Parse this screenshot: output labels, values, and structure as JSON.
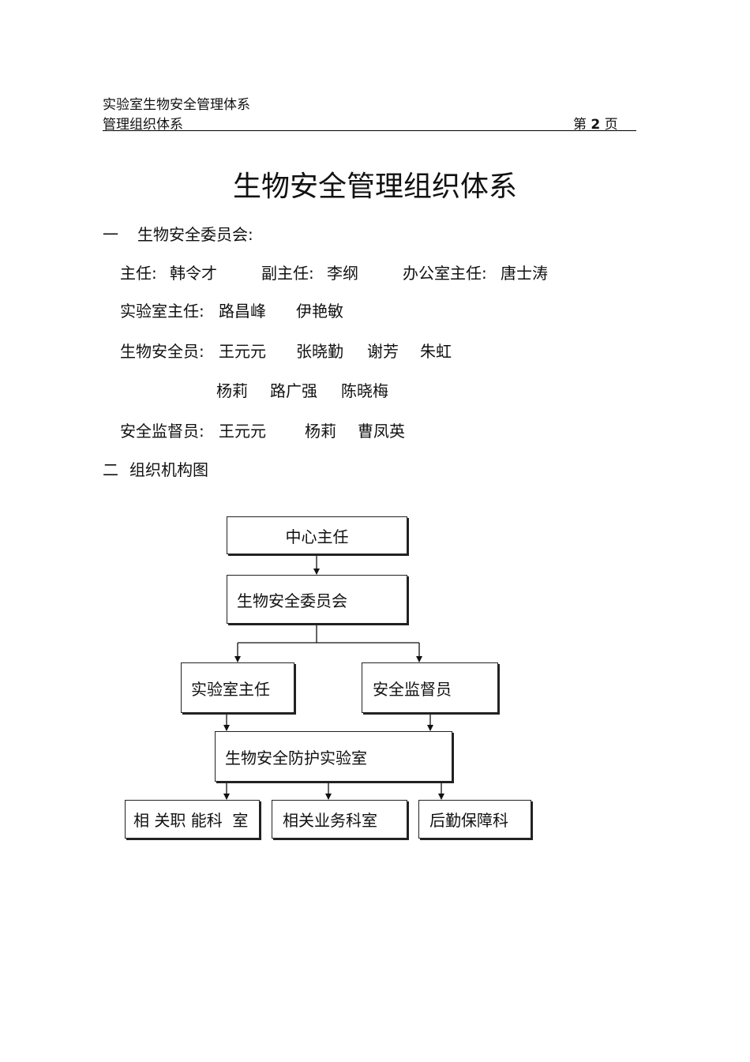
{
  "header": {
    "line1": "实验室生物安全管理体系",
    "line2": "管理组织体系",
    "page_label": "第",
    "page_number": "2",
    "page_suffix": "页"
  },
  "title": "生物安全管理组织体系",
  "section1": {
    "number": "一",
    "heading": "生物安全委员会:",
    "row1": {
      "director_label": "主任:",
      "director": "韩令才",
      "deputy_label": "副主任:",
      "deputy": "李纲",
      "office_label": "办公室主任:",
      "office": "唐士涛"
    },
    "row2": {
      "label": "实验室主任:",
      "names": [
        "路昌峰",
        "伊艳敏"
      ]
    },
    "row3": {
      "label": "生物安全员:",
      "names": [
        "王元元",
        "张晓勤",
        "谢芳",
        "朱虹"
      ],
      "names_cont": [
        "杨莉",
        "路广强",
        "陈晓梅"
      ]
    },
    "row4": {
      "label": "安全监督员:",
      "names": [
        "王元元",
        "杨莉",
        "曹凤英"
      ]
    }
  },
  "section2": {
    "number": "二",
    "heading": "组织机构图"
  },
  "org_chart": {
    "center_director": "中心主任",
    "committee": "生物安全委员会",
    "lab_director": "实验室主任",
    "safety_supervisor": "安全监督员",
    "lab": "生物安全防护实验室",
    "dept_functional": "相 关职 能科  室",
    "dept_business": "相关业务科室",
    "dept_logistics": "后勤保障科"
  }
}
